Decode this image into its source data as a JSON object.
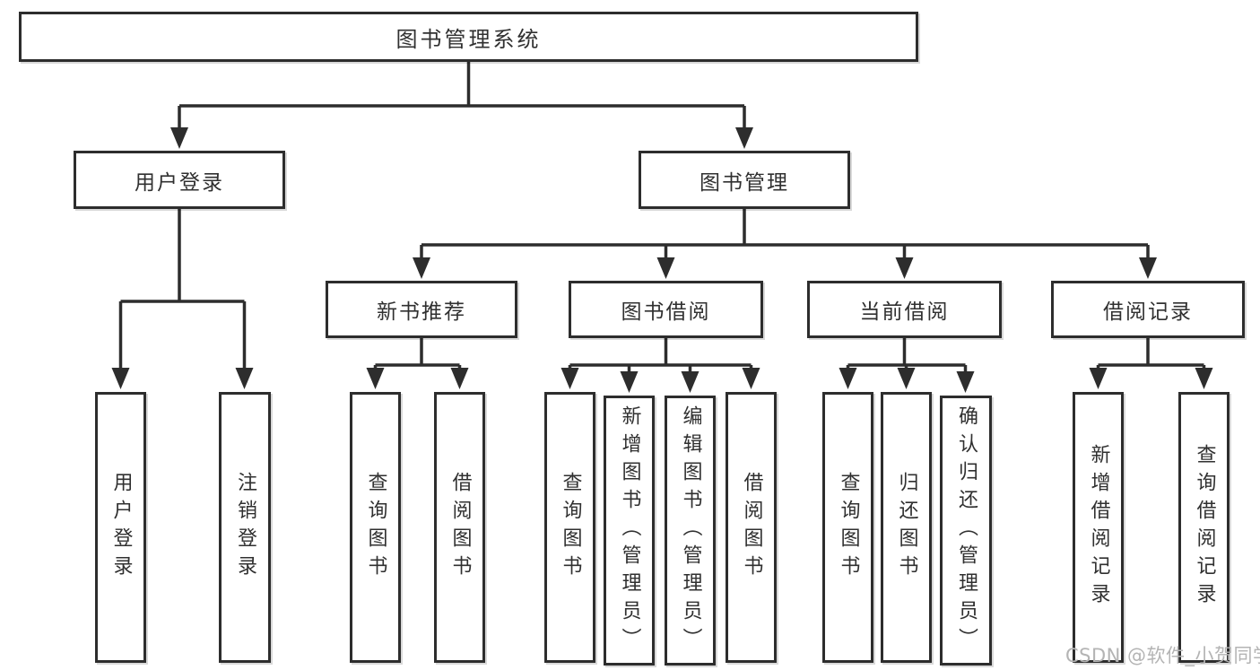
{
  "root": {
    "label": "图书管理系统"
  },
  "level2": [
    {
      "label": "用户登录"
    },
    {
      "label": "图书管理"
    }
  ],
  "level3": [
    {
      "label": "新书推荐",
      "parent": "图书管理"
    },
    {
      "label": "图书借阅",
      "parent": "图书管理"
    },
    {
      "label": "当前借阅",
      "parent": "图书管理"
    },
    {
      "label": "借阅记录",
      "parent": "图书管理"
    }
  ],
  "leaves": [
    {
      "label": "用户登录",
      "parent": "用户登录"
    },
    {
      "label": "注销登录",
      "parent": "用户登录"
    },
    {
      "label": "查询图书",
      "parent": "新书推荐"
    },
    {
      "label": "借阅图书",
      "parent": "新书推荐"
    },
    {
      "label": "查询图书",
      "parent": "图书借阅"
    },
    {
      "label": "新增图书（管理员）",
      "parent": "图书借阅"
    },
    {
      "label": "编辑图书（管理员）",
      "parent": "图书借阅"
    },
    {
      "label": "借阅图书",
      "parent": "图书借阅"
    },
    {
      "label": "查询图书",
      "parent": "当前借阅"
    },
    {
      "label": "归还图书",
      "parent": "当前借阅"
    },
    {
      "label": "确认归还（管理员）",
      "parent": "当前借阅"
    },
    {
      "label": "新增借阅记录",
      "parent": "借阅记录"
    },
    {
      "label": "查询借阅记录",
      "parent": "借阅记录"
    }
  ],
  "watermark": "CSDN @软件_小贺同学",
  "colors": {
    "line": "#2d2d2d",
    "text": "#303030",
    "box_fill": "#ffffff",
    "background": "#ffffff",
    "watermark": "#b4b4b4"
  }
}
